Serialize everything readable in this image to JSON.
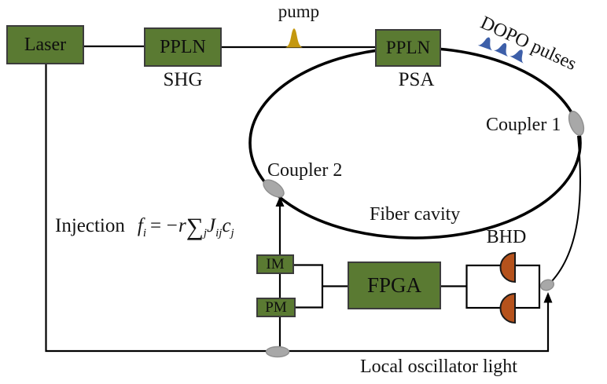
{
  "boxes": {
    "laser": {
      "label": "Laser"
    },
    "shg": {
      "label": "PPLN",
      "caption": "SHG"
    },
    "psa": {
      "label": "PPLN",
      "caption": "PSA"
    },
    "fpga": {
      "label": "FPGA"
    },
    "im": {
      "label": "IM"
    },
    "pm": {
      "label": "PM"
    }
  },
  "annotations": {
    "pump": "pump",
    "dopo_pulses": "DOPO pulses",
    "coupler1": "Coupler 1",
    "coupler2": "Coupler 2",
    "fiber_cavity": "Fiber cavity",
    "bhd": "BHD",
    "local_oscillator": "Local oscillator light"
  },
  "formula": {
    "prefix": "Injection",
    "f": "f",
    "sub_i": "i",
    "equals": "=",
    "minus_r": "−r",
    "sigma": "∑",
    "sub_j": "j",
    "J": "J",
    "sub_ij": "ij",
    "c": "c",
    "sub_j2": "j"
  },
  "colors": {
    "box_green": "#5a7a32",
    "pump_gold": "#c4980f",
    "pump_gold_edge": "#a37c08",
    "dopo_blue": "#3d5fa9",
    "dopo_blue_edge": "#27418c",
    "detector_orange": "#b5521c",
    "coupler_gray": "#a8a8a8",
    "coupler_gray_edge": "#8f8f8f",
    "line_black": "#000000"
  }
}
